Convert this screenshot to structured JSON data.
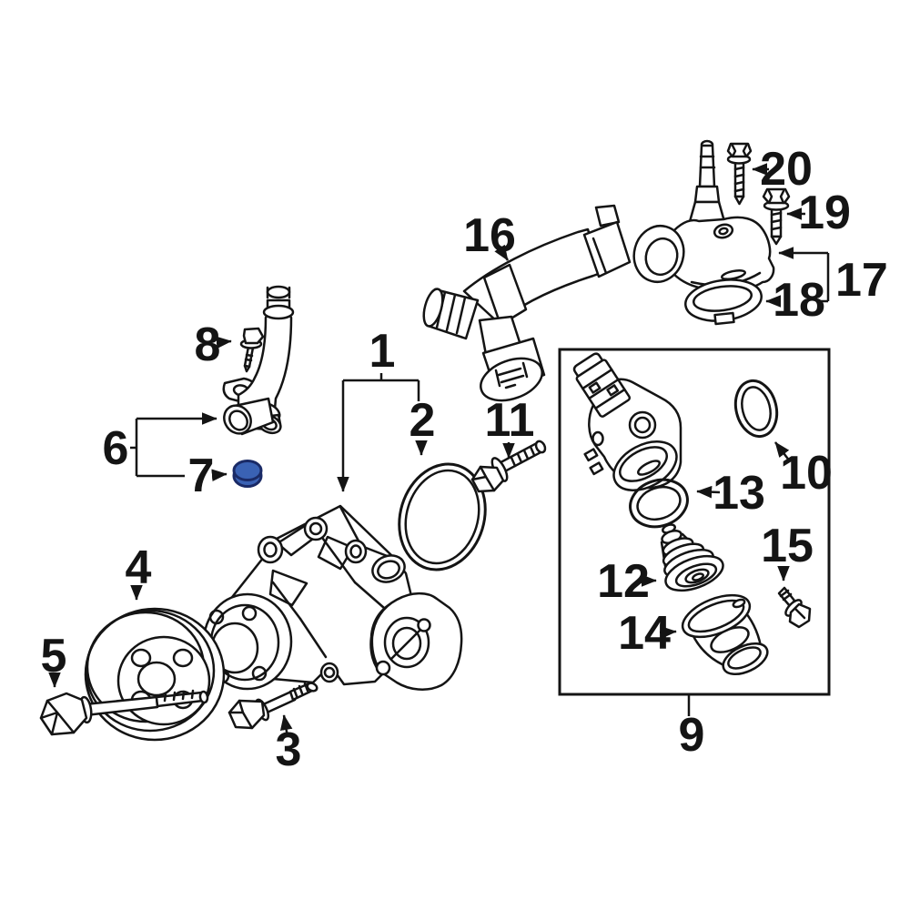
{
  "diagram": {
    "background": "#ffffff",
    "line_color": "#141414",
    "highlight_fill": "#3a62b4",
    "highlight_stroke": "#1a2a66",
    "callouts": {
      "c1": "1",
      "c2": "2",
      "c3": "3",
      "c4": "4",
      "c5": "5",
      "c6": "6",
      "c7": "7",
      "c8": "8",
      "c9": "9",
      "c10": "10",
      "c11": "11",
      "c12": "12",
      "c13": "13",
      "c14": "14",
      "c15": "15",
      "c16": "16",
      "c17": "17",
      "c18": "18",
      "c19": "19",
      "c20": "20"
    }
  }
}
